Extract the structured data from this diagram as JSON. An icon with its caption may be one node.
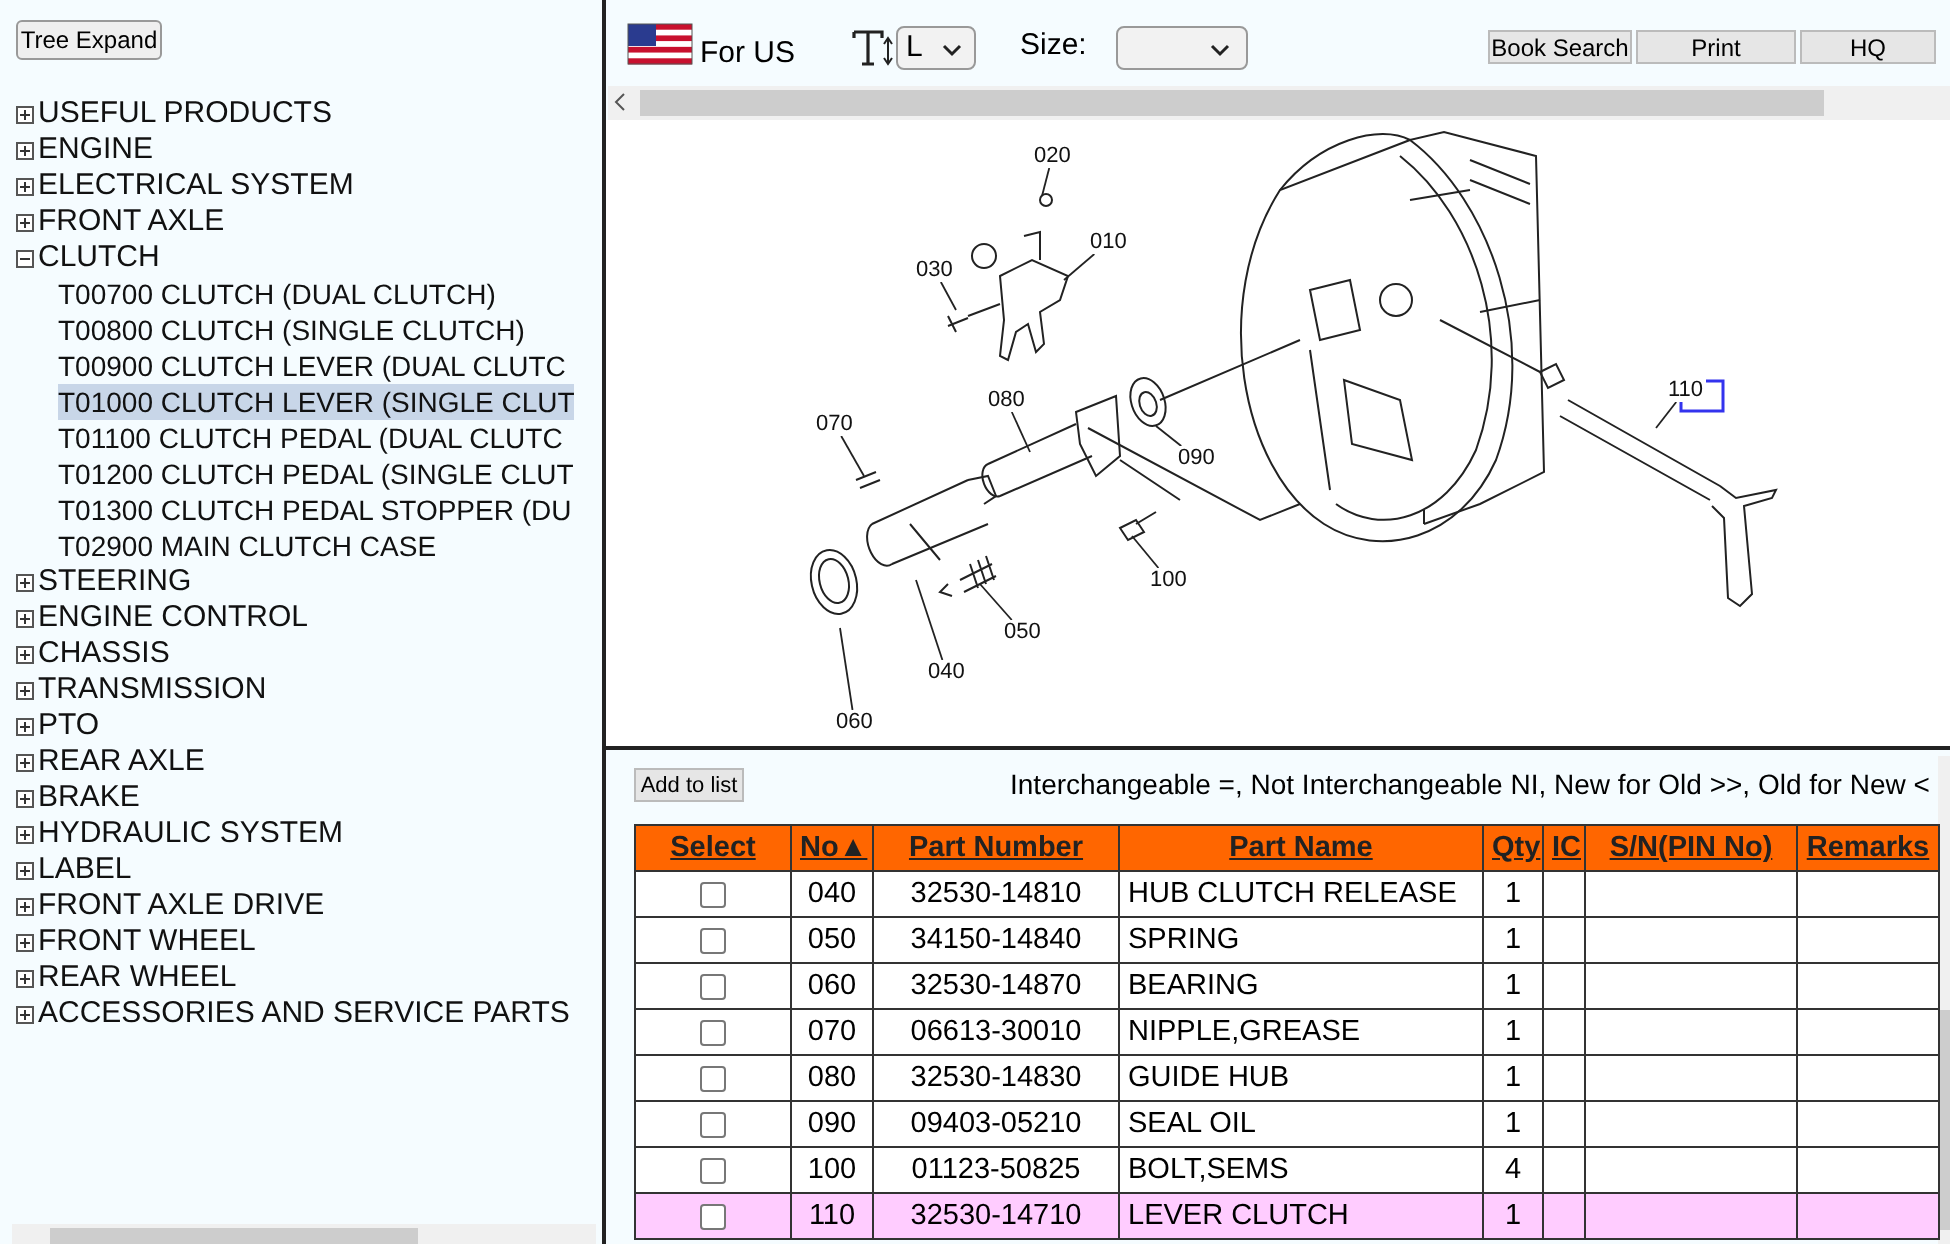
{
  "diagram": {
    "nodes": [
      {
        "text": [
          "020"
        ]
      },
      {
        "text": [
          "010"
        ]
      },
      {
        "text": [
          "030"
        ]
      },
      {
        "text": [
          "070"
        ]
      },
      {
        "text": [
          "080"
        ]
      },
      {
        "text": [
          "090"
        ]
      },
      {
        "text": [
          "100"
        ]
      },
      {
        "text": [
          "050"
        ]
      },
      {
        "text": [
          "040"
        ]
      },
      {
        "text": [
          "060"
        ]
      },
      {
        "text": [
          "110"
        ]
      }
    ],
    "edges": [
      {
        "from": 0,
        "to": null,
        "arrow": "none"
      },
      {
        "from": 1,
        "to": null,
        "arrow": "none"
      },
      {
        "from": 2,
        "to": null,
        "arrow": "none"
      },
      {
        "from": 3,
        "to": null,
        "arrow": "none"
      },
      {
        "from": 4,
        "to": null,
        "arrow": "none"
      },
      {
        "from": 5,
        "to": null,
        "arrow": "none"
      },
      {
        "from": 6,
        "to": null,
        "arrow": "none"
      },
      {
        "from": 7,
        "to": null,
        "arrow": "none"
      },
      {
        "from": 8,
        "to": null,
        "arrow": "none"
      },
      {
        "from": 9,
        "to": null,
        "arrow": "none"
      },
      {
        "from": 10,
        "to": null,
        "arrow": "none"
      }
    ],
    "labels": [
      "Tree Expand",
      "USEFUL PRODUCTS",
      "ENGINE",
      "ELECTRICAL SYSTEM",
      "FRONT AXLE",
      "CLUTCH",
      "T00700 CLUTCH (DUAL CLUTCH)",
      "T00800 CLUTCH (SINGLE CLUTCH)",
      "T00900 CLUTCH LEVER (DUAL CLUTC",
      "T01000 CLUTCH LEVER (SINGLE CLUT",
      "T01100 CLUTCH PEDAL (DUAL CLUTC",
      "T01200 CLUTCH PEDAL (SINGLE CLUT",
      "T01300 CLUTCH PEDAL STOPPER (DU",
      "T02900 MAIN CLUTCH CASE",
      "STEERING",
      "ENGINE CONTROL",
      "CHASSIS",
      "TRANSMISSION",
      "PTO",
      "REAR AXLE",
      "BRAKE",
      "HYDRAULIC SYSTEM",
      "LABEL",
      "FRONT AXLE DRIVE",
      "FRONT WHEEL",
      "REAR WHEEL",
      "ACCESSORIES AND SERVICE PARTS",
      "For US",
      "L",
      "Size:",
      "Book Search",
      "Print",
      "HQ",
      "Add to list",
      "Interchangeable =, Not Interchangeable NI, New for Old >>, Old for New <",
      "Select",
      "No▲",
      "Part Number",
      "Part Name",
      "Qty",
      "IC",
      "S/N(PIN No)",
      "Remarks",
      "040",
      "32530-14810",
      "HUB CLUTCH RELEASE",
      "1",
      "050",
      "34150-14840",
      "SPRING",
      "1",
      "060",
      "32530-14870",
      "BEARING",
      "1",
      "070",
      "06613-30010",
      "NIPPLE,GREASE",
      "1",
      "080",
      "32530-14830",
      "GUIDE HUB",
      "1",
      "090",
      "09403-05210",
      "SEAL OIL",
      "1",
      "100",
      "01123-50825",
      "BOLT,SEMS",
      "4",
      "110",
      "32530-14710",
      "LEVER CLUTCH",
      "1"
    ]
  }
}
